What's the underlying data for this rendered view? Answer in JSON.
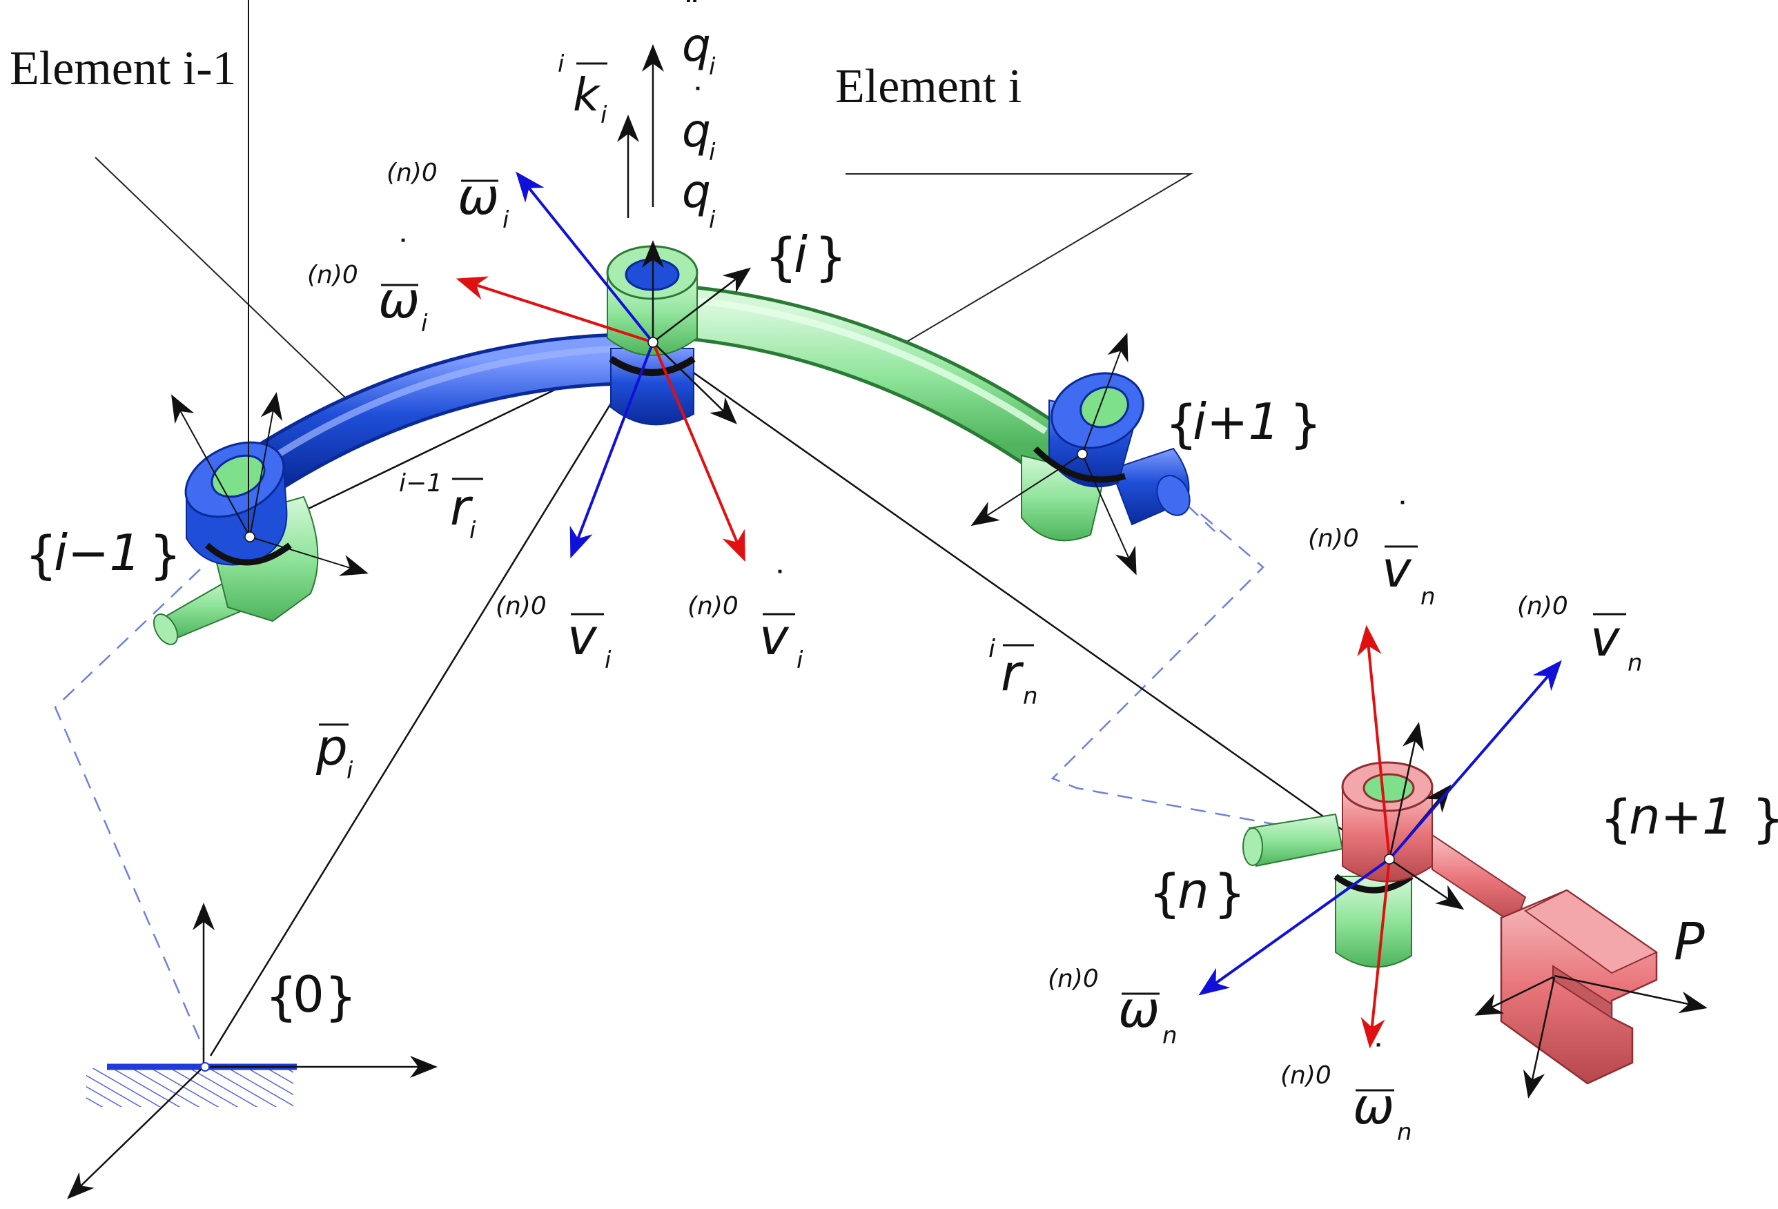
{
  "colors": {
    "element_prev": "#1f4fd8",
    "element_current": "#7ee08a",
    "end_effector": "#e8757a",
    "accel_arrow": "#e01010",
    "velocity_arrow": "#1010d8",
    "frame_arrow": "#111111",
    "projection_dash": "#6d7fe0"
  },
  "labels": {
    "element_prev": "Element i-1",
    "element_current": "Element i"
  },
  "frames": {
    "f0": "0",
    "f_prev": "i−1",
    "f_i": "i",
    "f_next": "i+1",
    "f_n": "n",
    "f_n1": "n+1"
  },
  "symbols": {
    "q_ddot": "q",
    "q_ddot_sub": "i",
    "q_dot": "q",
    "q_dot_sub": "i",
    "q": "q",
    "q_sub": "i",
    "k_sup": "i",
    "k": "k",
    "k_sub": "i",
    "omega_i_sup": "(n)0",
    "omega_i": "ω",
    "omega_i_sub": "i",
    "omegadot_i_sup": "(n)0",
    "omegadot_i": "ω",
    "omegadot_i_sub": "i",
    "v_i_sup": "(n)0",
    "v_i": "v",
    "v_i_sub": "i",
    "vdot_i_sup": "(n)0",
    "vdot_i": "v",
    "vdot_i_sub": "i",
    "r_prev_sup": "i−1",
    "r_prev": "r",
    "r_prev_sub": "i",
    "r_n_sup": "i",
    "r_n": "r",
    "r_n_sub": "n",
    "p_i": "p",
    "p_i_sub": "i",
    "vdot_n_sup": "(n)0",
    "vdot_n": "v",
    "vdot_n_sub": "n",
    "v_n_sup": "(n)0",
    "v_n": "v",
    "v_n_sub": "n",
    "omega_n_sup": "(n)0",
    "omega_n": "ω",
    "omega_n_sub": "n",
    "omegadot_n_sup": "(n)0",
    "omegadot_n": "ω",
    "omegadot_n_sub": "n",
    "P": "P"
  },
  "icons": [
    "base-ground-icon",
    "joint-icon",
    "gripper-icon"
  ]
}
